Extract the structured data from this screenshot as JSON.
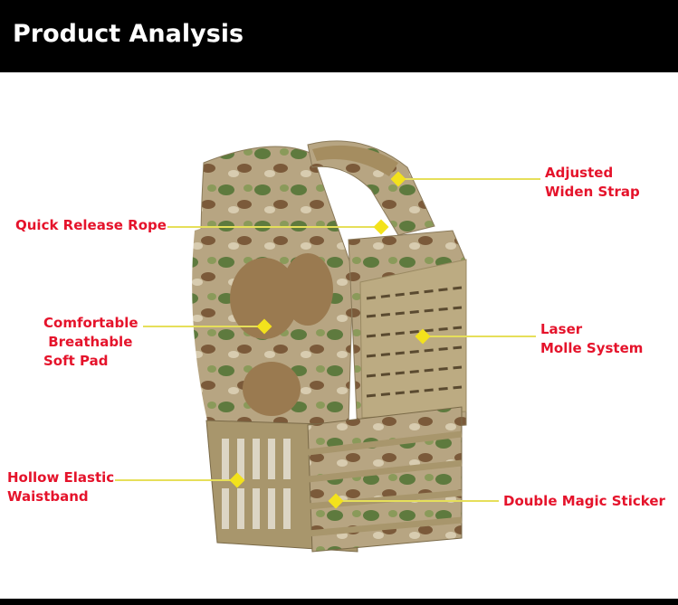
{
  "header": {
    "title": "Product Analysis"
  },
  "callouts": [
    {
      "id": "adjusted-widen-strap",
      "lines": [
        "Adjusted",
        "Widen Strap"
      ]
    },
    {
      "id": "quick-release-rope",
      "lines": [
        "Quick Release Rope"
      ]
    },
    {
      "id": "comfortable-pad",
      "lines": [
        "Comfortable",
        " Breathable",
        "Soft Pad"
      ]
    },
    {
      "id": "laser-molle",
      "lines": [
        "Laser",
        "Molle System"
      ]
    },
    {
      "id": "hollow-waistband",
      "lines": [
        "Hollow Elastic",
        "Waistband"
      ]
    },
    {
      "id": "double-magic-sticker",
      "lines": [
        "Double Magic Sticker"
      ]
    }
  ],
  "colors": {
    "label": "#e5132b",
    "pointer": "#f3e21c",
    "header": "#000000"
  }
}
